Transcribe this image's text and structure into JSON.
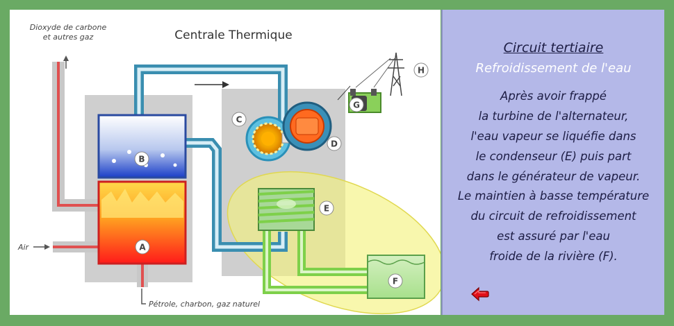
{
  "diagram": {
    "title": "Centrale Thermique",
    "labels": {
      "exhaust": [
        "Dioxyde de carbone",
        "et autres gaz"
      ],
      "air": "Air",
      "fuel": "Pétrole, charbon, gaz naturel"
    },
    "markers": {
      "a": "A",
      "b": "B",
      "c": "C",
      "d": "D",
      "e": "E",
      "f": "F",
      "g": "G",
      "h": "H"
    }
  },
  "info": {
    "title": "Circuit tertiaire",
    "subtitle": "Refroidissement de l'eau",
    "paragraph1": [
      "Après avoir frappé",
      "la turbine de l'alternateur,",
      "l'eau vapeur se liquéfie dans",
      "le condenseur (E) puis part",
      "dans le générateur de vapeur."
    ],
    "paragraph2": [
      "Le maintien à basse température",
      "du circuit de refroidissement",
      "est assuré par l'eau",
      "froide de la rivière (F)."
    ]
  },
  "colors": {
    "frame": "#6aaa64",
    "info_panel": "#b4b8e8",
    "highlight": "#f4f27a",
    "pipe_blue": "#3a8eb0",
    "pipe_green": "#7ed04a",
    "fire": "#ff4a1a",
    "back_arrow": "#e0101a"
  },
  "icons": {
    "back": "back-arrow-icon",
    "turbine": "turbine-icon",
    "alternator": "alternator-icon",
    "transformer": "transformer-icon",
    "pylon": "power-pylon-icon"
  }
}
